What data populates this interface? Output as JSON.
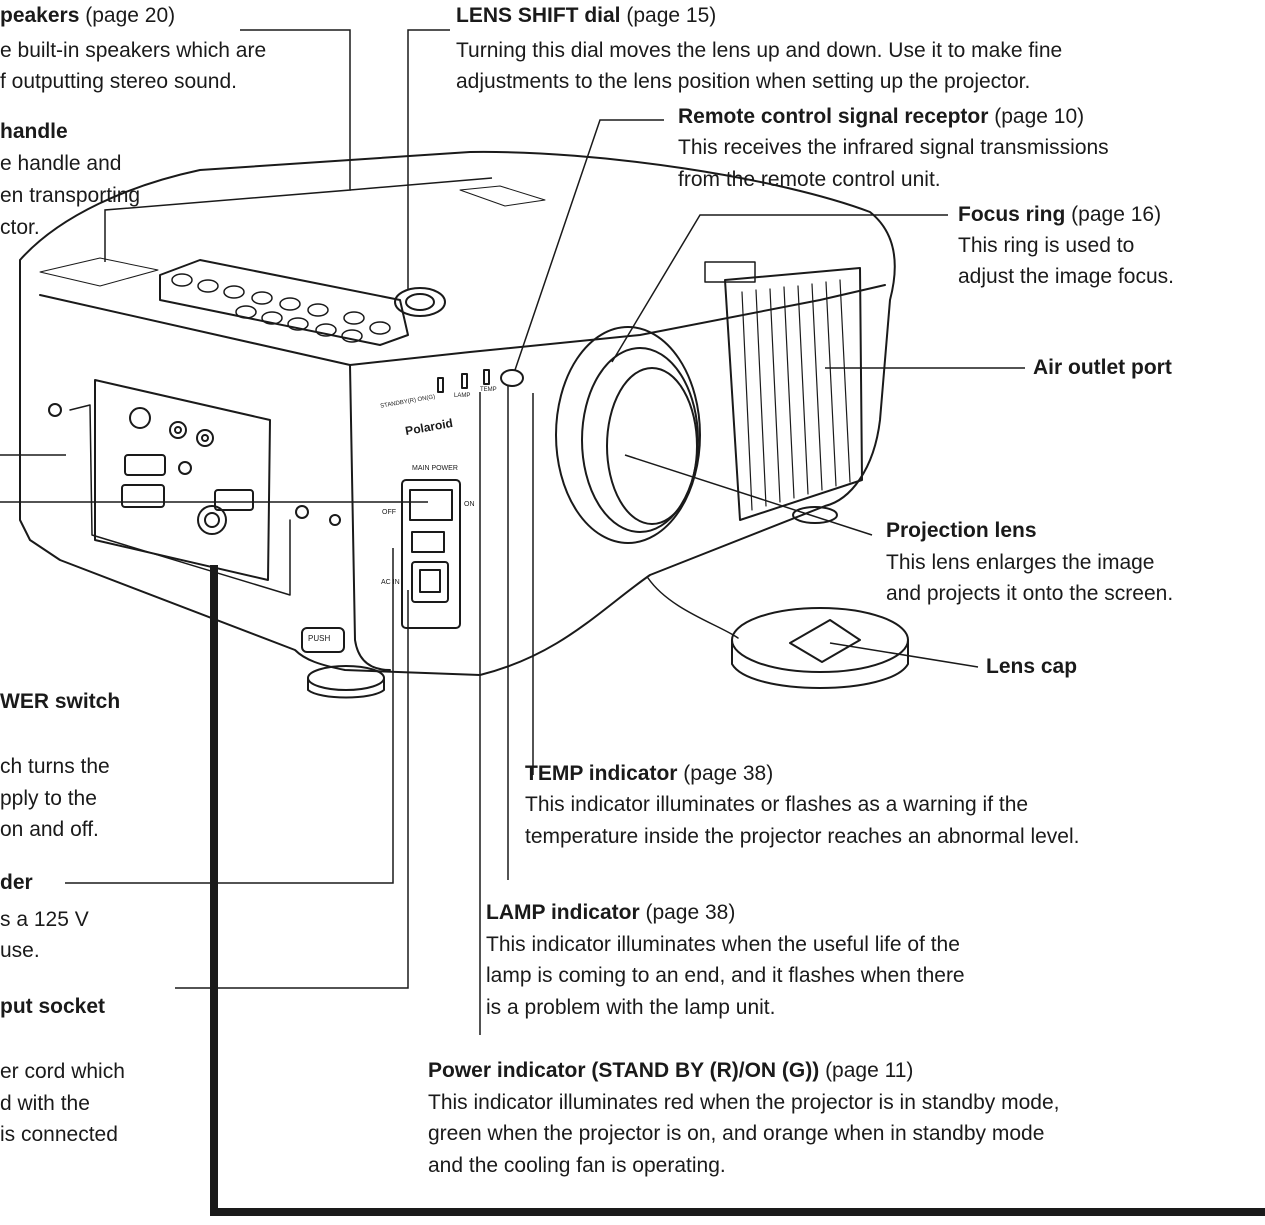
{
  "speakers": {
    "title": "peakers",
    "ref": " (page 20)",
    "line1": "e built-in speakers which are",
    "line2": "f outputting stereo sound."
  },
  "handle": {
    "title": "handle",
    "line1": "e handle and",
    "line2": "en transporting",
    "line3": "ctor."
  },
  "lens_shift": {
    "title": "LENS SHIFT dial",
    "ref": " (page 15)",
    "line1": "Turning this dial moves the lens up and down. Use it to make fine",
    "line2": "adjustments to the lens position when setting up the projector."
  },
  "remote": {
    "title": "Remote control signal receptor",
    "ref": " (page 10)",
    "line1": "This receives the infrared signal transmissions",
    "line2": "from the remote control unit."
  },
  "focus": {
    "title": "Focus ring",
    "ref": " (page 16)",
    "line1": "This ring is used to",
    "line2": "adjust the image focus."
  },
  "air_outlet": {
    "title": "Air outlet port"
  },
  "projection_lens": {
    "title": "Projection lens",
    "line1": "This lens enlarges the image",
    "line2": "and projects it onto the screen."
  },
  "lens_cap": {
    "title": "Lens cap"
  },
  "power_switch": {
    "title": "WER switch",
    "line1": "ch turns the",
    "line2": "pply to the",
    "line3": "on and off."
  },
  "fuse": {
    "title": "der",
    "line1": "s a 125 V",
    "line2": "use."
  },
  "ac_socket": {
    "title": "put socket",
    "line1": "er cord which",
    "line2": "d with the",
    "line3": "is connected"
  },
  "temp": {
    "title": "TEMP indicator",
    "ref": " (page 38)",
    "line1": "This indicator illuminates or flashes as a warning if the",
    "line2": "temperature inside the projector reaches an abnormal level."
  },
  "lamp": {
    "title": "LAMP indicator",
    "ref": " (page 38)",
    "line1": "This indicator illuminates when the useful life of the",
    "line2": "lamp is coming to an end, and it flashes when there",
    "line3": "is a problem with the lamp unit."
  },
  "power_ind": {
    "title": "Power indicator (STAND BY (R)/ON (G))",
    "ref": " (page 11)",
    "line1": "This indicator illuminates red when the projector is in standby mode,",
    "line2": "green when the projector is on, and orange when in standby mode",
    "line3": "and the cooling fan is operating."
  },
  "device": {
    "brand": "Polaroid",
    "main_power": "MAIN POWER",
    "off": "OFF",
    "on": "ON",
    "ac_in": "AC IN",
    "push": "PUSH",
    "ind_standby": "STANDBY(R) ON(G)",
    "ind_lamp": "LAMP",
    "ind_temp": "TEMP"
  }
}
